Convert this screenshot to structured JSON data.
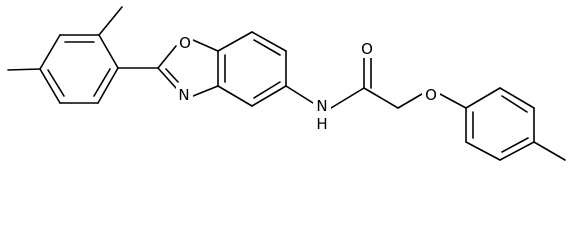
{
  "structure": {
    "atoms": {
      "O_oxazole": "O",
      "N_oxazole": "N",
      "N_amide": "N",
      "H_amide": "H",
      "O_carbonyl": "O",
      "O_ether": "O"
    }
  }
}
